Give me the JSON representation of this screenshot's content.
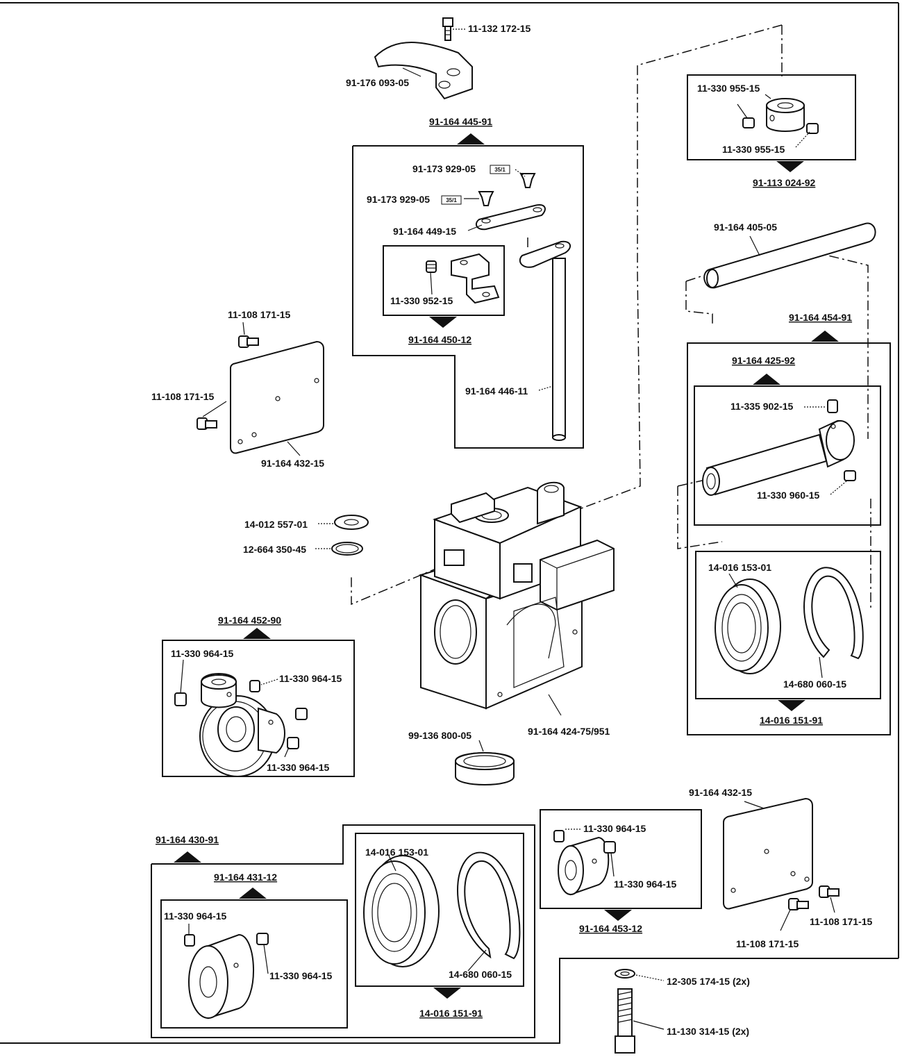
{
  "stamp_label": "35/1",
  "labels": {
    "screw_top": "11-132 172-15",
    "lever_top": "91-176 093-05",
    "kit_445": "91-164 445-91",
    "rivet_a": "91-173 929-05",
    "rivet_b": "91-173 929-05",
    "link_449": "91-164 449-15",
    "setscrew_952": "11-330 952-15",
    "kit_450": "91-164 450-12",
    "shaft_446": "91-164 446-11",
    "screw_left_a": "11-108 171-15",
    "screw_left_b": "11-108 171-15",
    "cover_left": "91-164 432-15",
    "collar_label_a": "11-330 955-15",
    "collar_label_b": "11-330 955-15",
    "kit_024": "91-113 024-92",
    "shaft_405": "91-164 405-05",
    "kit_454": "91-164 454-91",
    "kit_425": "91-164 425-92",
    "setscrew_902": "11-335 902-15",
    "setscrew_960": "11-330 960-15",
    "bearing_r": "14-016 153-01",
    "ring_r": "14-680 060-15",
    "kit_151_r": "14-016 151-91",
    "bearing_small": "14-012 557-01",
    "ring_small": "12-664 350-45",
    "housing": "91-164 424-75/951",
    "kit_452": "91-164 452-90",
    "gear_ss_a": "11-330 964-15",
    "gear_ss_b": "11-330 964-15",
    "gear_ss_c": "11-330 964-15",
    "bushing": "99-136 800-05",
    "cover_right": "91-164 432-15",
    "collar453_a": "11-330 964-15",
    "collar453_b": "11-330 964-15",
    "kit_453": "91-164 453-12",
    "screw_right_a": "11-108 171-15",
    "screw_right_b": "11-108 171-15",
    "kit_430": "91-164 430-91",
    "kit_431": "91-164 431-12",
    "collar431_a": "11-330 964-15",
    "collar431_b": "11-330 964-15",
    "bearing_b": "14-016 153-01",
    "ring_b": "14-680 060-15",
    "kit_151_b": "14-016 151-91",
    "washer": "12-305 174-15 (2x)",
    "bolt": "11-130 314-15 (2x)"
  }
}
